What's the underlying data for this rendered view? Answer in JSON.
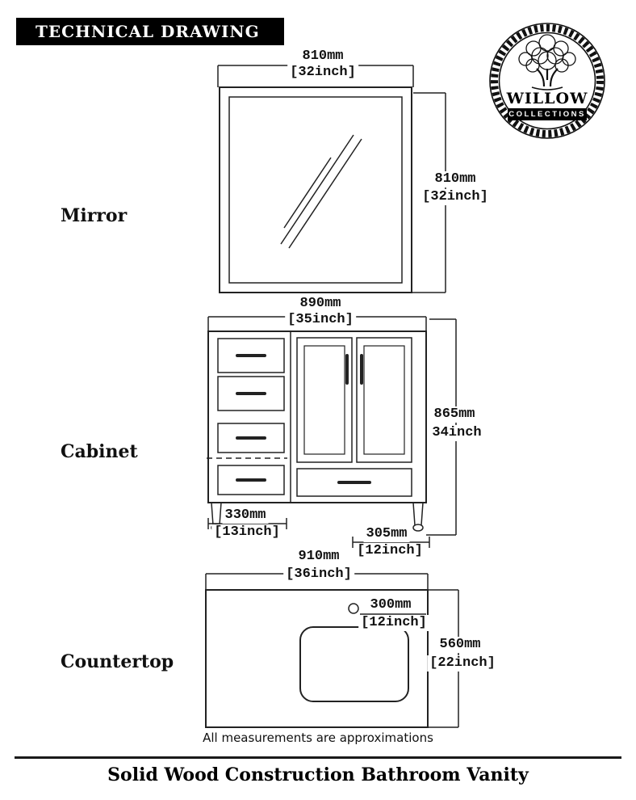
{
  "header": {
    "title": "TECHNICAL DRAWING"
  },
  "logo": {
    "brand": "WILLOW",
    "collections": "COLLECTIONS"
  },
  "mirror": {
    "label": "Mirror",
    "top_mm": "810mm",
    "top_inch": "[32inch]",
    "right_mm": "810mm",
    "right_inch": "[32inch]"
  },
  "cabinet": {
    "label": "Cabinet",
    "top_mm": "890mm",
    "top_inch": "[35inch]",
    "right_mm": "865mm",
    "right_inch": "34inch",
    "bottom_left_mm": "330mm",
    "bottom_left_inch": "[13inch]",
    "bottom_right_mm": "305mm",
    "bottom_right_inch": "[12inch]"
  },
  "countertop": {
    "label": "Countertop",
    "top_mm": "910mm",
    "top_inch": "[36inch]",
    "hole_mm": "300mm",
    "hole_inch": "[12inch]",
    "right_mm": "560mm",
    "right_inch": "[22inch]"
  },
  "footer": {
    "note": "All measurements are approximations",
    "product_title": "Solid Wood Construction Bathroom Vanity"
  }
}
